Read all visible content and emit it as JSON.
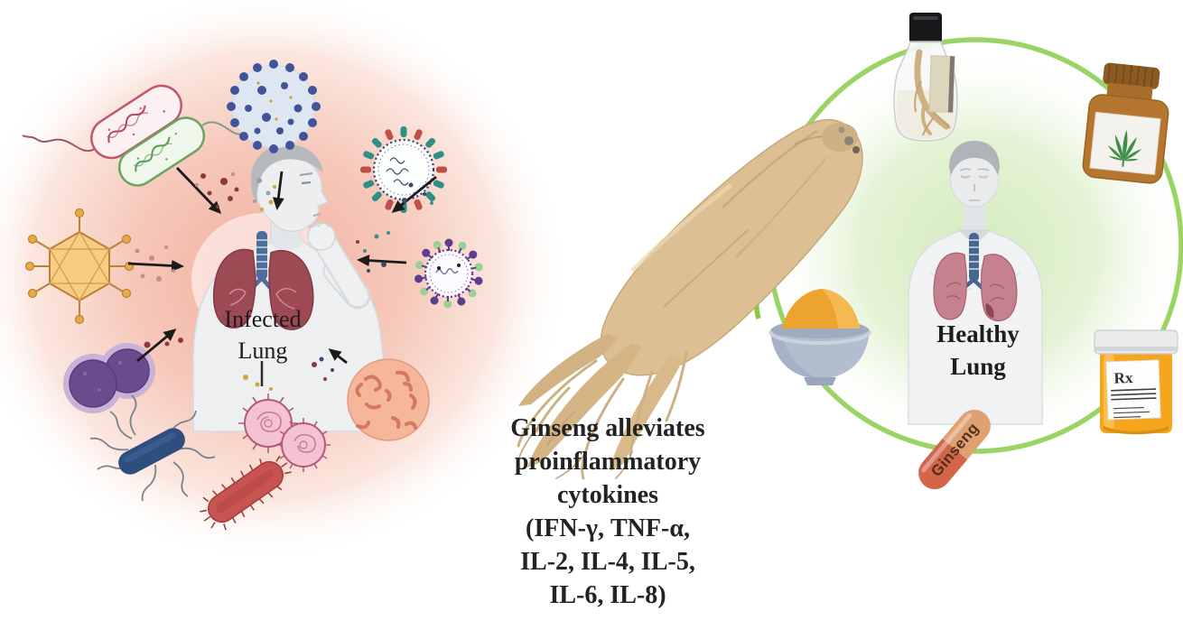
{
  "figure": {
    "left": {
      "label": {
        "line1": "Infected",
        "line2": "Lung"
      },
      "background_color": "#f5c0b0",
      "pathogen_icons": [
        "flagellated-bacillus-pink",
        "flagellated-bacillus-green",
        "coronavirus",
        "influenza-virus",
        "adenovirus",
        "enveloped-virus-purple",
        "diplococcus",
        "peritrichous-bacillus",
        "cocci-pair",
        "spiked-bacillus",
        "coral-virus-sphere"
      ]
    },
    "center": {
      "caption": {
        "lines": [
          "Ginseng alleviates",
          "proinflammatory",
          "cytokines",
          "(IFN-γ, TNF-α,",
          "IL-2, IL-4, IL-5,",
          "IL-6, IL-8)"
        ]
      },
      "root_icon": "ginseng-root"
    },
    "right": {
      "label": {
        "line1": "Healthy",
        "line2": "Lung"
      },
      "background_color": "#ddefcf",
      "ring_color": "#9bd465",
      "capsule_label": "Ginseng",
      "rx_label": "Rx",
      "product_icons": [
        "ginseng-tincture-bottle",
        "herbal-supplement-jar",
        "ginseng-powder-bowl",
        "ginseng-capsule",
        "prescription-bottle"
      ]
    }
  }
}
